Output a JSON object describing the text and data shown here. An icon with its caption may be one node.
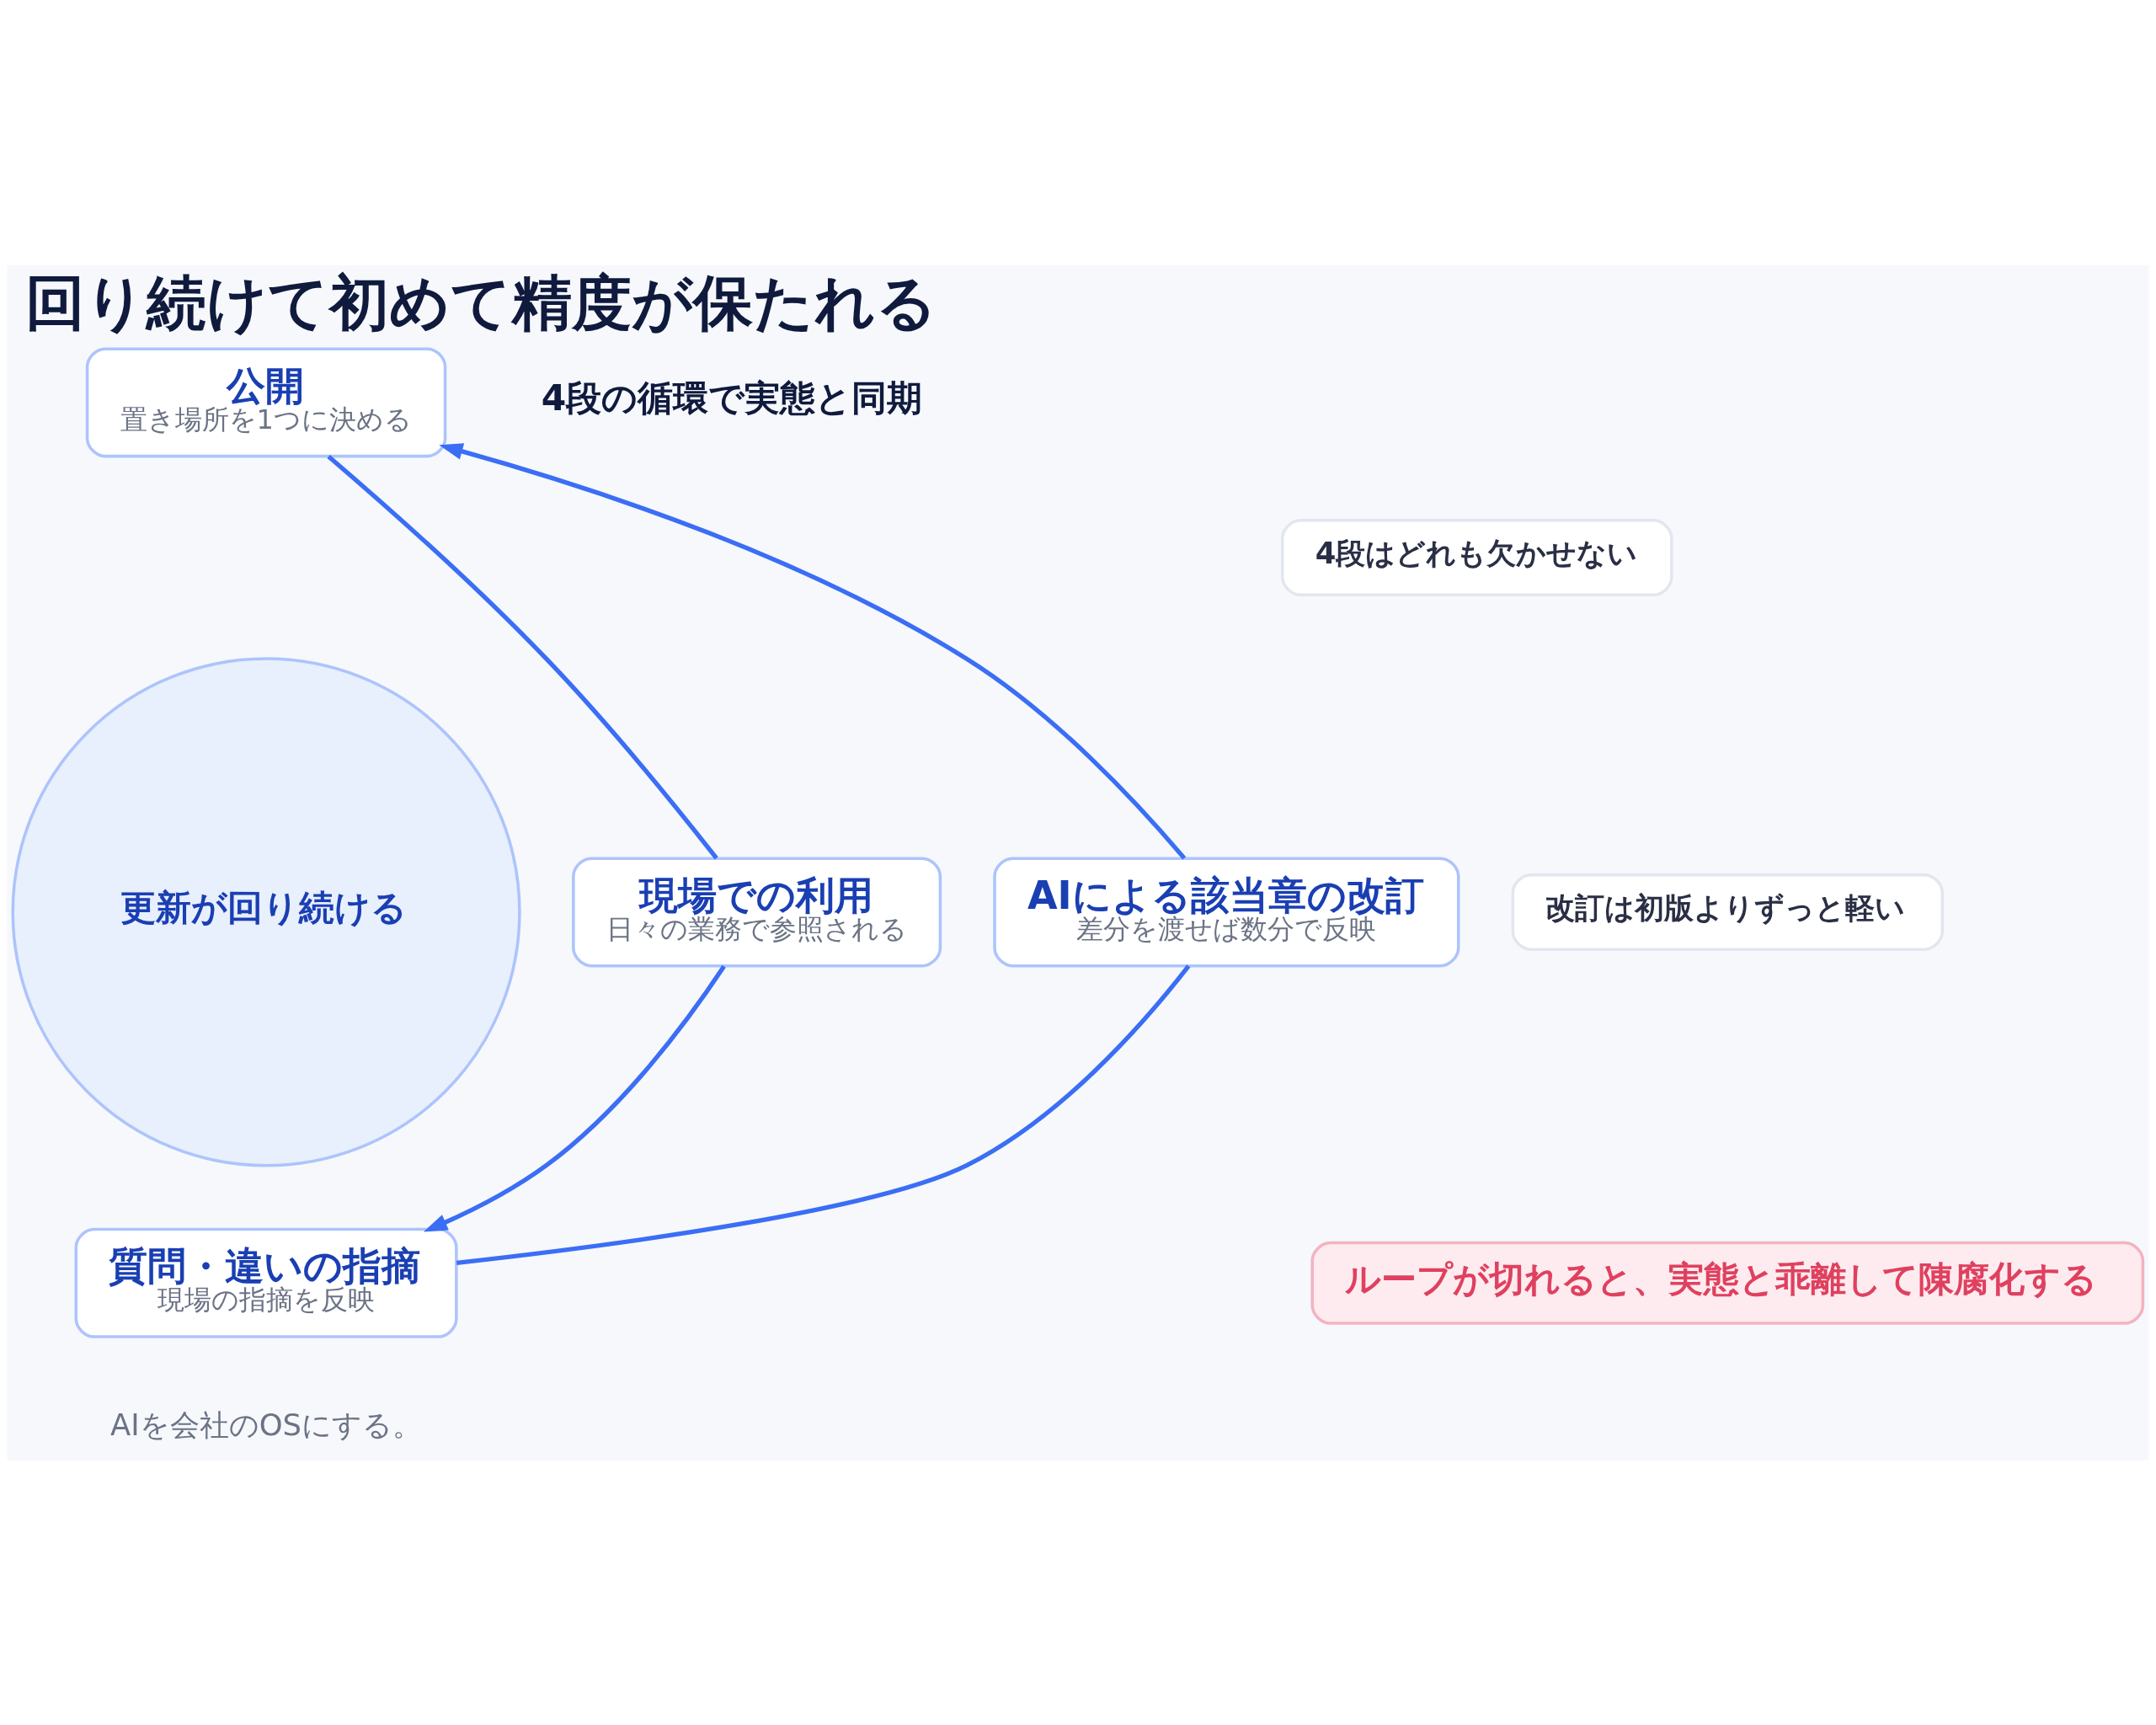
{
  "diagram": {
    "title": "回り続けて初めて精度が保たれる",
    "caption": "AIを会社のOSにする。",
    "nodes": [
      {
        "text": [
          "公開",
          "置き場所を1つに決める"
        ]
      },
      {
        "text": [
          "AIによる該当章の改訂",
          "差分を渡せば数分で反映"
        ]
      },
      {
        "text": [
          "更新が回り続ける"
        ]
      },
      {
        "text": [
          "現場での利用",
          "日々の業務で参照される"
        ]
      },
      {
        "text": [
          "質問・違いの指摘",
          "現場の指摘を反映"
        ]
      },
      {
        "text": [
          "4段はどれも欠かせない"
        ]
      },
      {
        "text": [
          "改訂は初版よりずっと軽い"
        ]
      },
      {
        "text": [
          "ループが切れると、実態と乖離して陳腐化する"
        ]
      }
    ],
    "edges": [
      {
        "from": 0,
        "to": 3,
        "arrow": "none"
      },
      {
        "from": 3,
        "to": 4,
        "arrow": "to"
      },
      {
        "from": 4,
        "to": 1,
        "arrow": "none"
      },
      {
        "from": 1,
        "to": 0,
        "arrow": "to"
      }
    ],
    "labels": [
      "4段の循環で実態と同期"
    ]
  }
}
